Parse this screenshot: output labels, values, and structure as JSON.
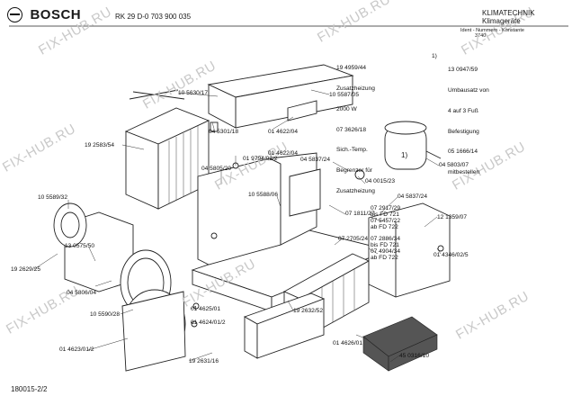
{
  "header": {
    "brand": "BOSCH",
    "model_line": "RK 29 D-0 703 900 035",
    "category": "KLIMATECHNIK",
    "subcategory": "Klimageräte",
    "ident_caption": "Ident - Nummern - Konstante",
    "ident_value": "3740"
  },
  "footer": {
    "page_code": "180015-2/2"
  },
  "watermark": {
    "text": "FIX-HUB.RU"
  },
  "side_note": {
    "marker": "1)",
    "lines": [
      "13 0947/59",
      "Umbausatz von",
      "4 auf 3 Fuß",
      "Befestigung",
      "05 1666/14",
      "mitbestellen"
    ]
  },
  "heater_note": {
    "lines": [
      "19 4959/44",
      "Zusatzheizung",
      "2000 W",
      "07 3626/18",
      "Sich.-Temp.",
      "Begrenzer für",
      "Zusatzheizung"
    ]
  },
  "compressor_marker": "1)",
  "part_labels": [
    "10 5630/17",
    "10 5587/05",
    "04 5301/18",
    "01 4622/04",
    "19 2583/54",
    "01 4622/04",
    "04 5805/20",
    "01 9794/02/2",
    "04 5837/24",
    "10 5588/06",
    "04 0015/23",
    "04 5803/07",
    "04 5837/24",
    "10 5589/32",
    "07 1811/27",
    "13 0575/50",
    "07 2917/29",
    "bis FD 721",
    "07 5457/22",
    "ab FD 722",
    "12 1359/07",
    "07 2705/24",
    "07 2886/34",
    "bis FD 721",
    "07 4904/34",
    "ab FD 722",
    "19 2629/25",
    "01 4346/02/5",
    "04 5806/04",
    "01 4625/01",
    "10 5590/28",
    "01 4624/01/2",
    "19 2632/52",
    "01 4623/01/2",
    "01 4626/01",
    "45 0316/10",
    "19 2631/16"
  ]
}
